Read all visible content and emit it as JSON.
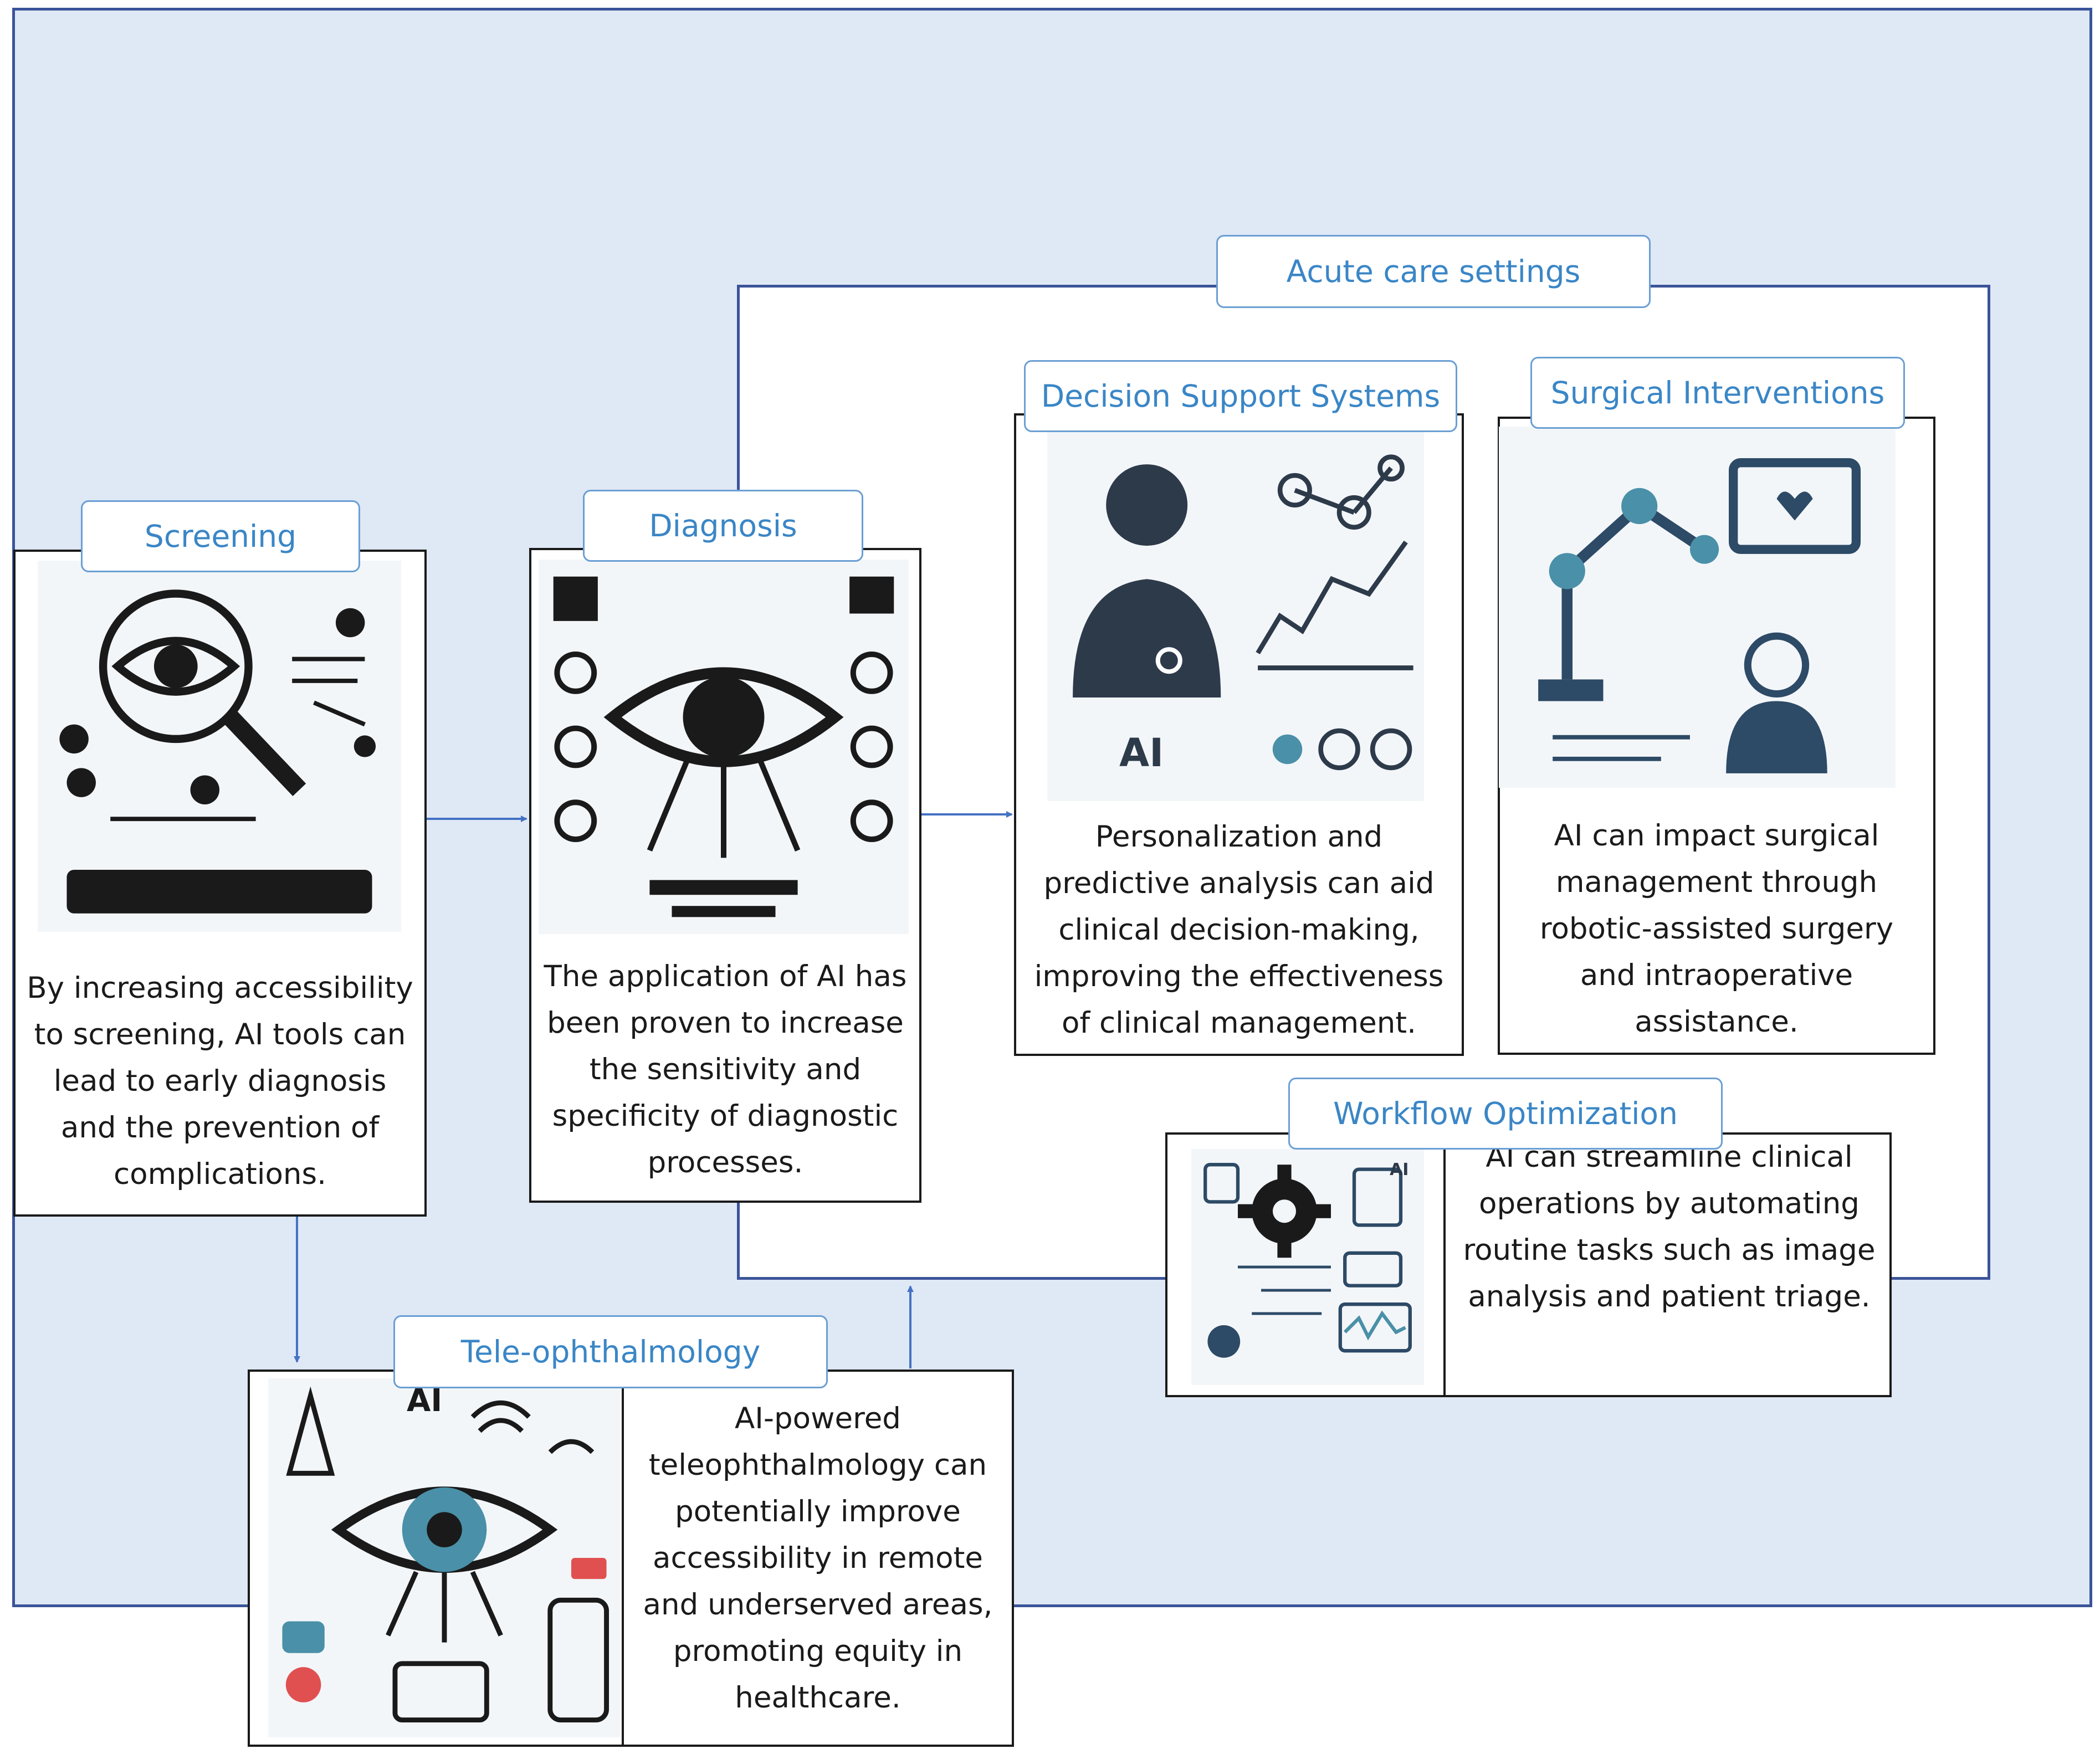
{
  "acute_care": {
    "label": "Acute care settings"
  },
  "screening": {
    "label": "Screening",
    "icon": "screening-magnifier-eye-crowd",
    "text": "By increasing accessibility to screening, AI tools can lead to early diagnosis and the prevention of complications."
  },
  "diagnosis": {
    "label": "Diagnosis",
    "icon": "diagnosis-eye-circuit-chart",
    "text": "The application of AI has been proven to increase the sensitivity and specificity of diagnostic processes."
  },
  "decision_support": {
    "label": "Decision Support Systems",
    "icon": "doctor-network",
    "icon_caption": "AI",
    "text": "Personalization and predictive analysis can aid clinical decision-making, improving the effectiveness of clinical management."
  },
  "surgical": {
    "label": "Surgical Interventions",
    "icon": "robotic-arm-monitor",
    "text": "AI can impact surgical management through robotic-assisted surgery and intraoperative assistance."
  },
  "workflow": {
    "label": "Workflow Optimization",
    "icon": "gear-ambulance-monitor",
    "icon_caption": "AI",
    "text": "AI can streamline clinical operations by automating routine tasks such as image analysis and patient triage."
  },
  "tele": {
    "label": "Tele-ophthalmology",
    "icon": "eye-wireless-phone",
    "icon_caption": "AI",
    "text": "AI-powered teleophthalmology can potentially improve accessibility in remote and underserved areas, promoting equity in healthcare."
  },
  "colors": {
    "frame": "#3a5499",
    "label_text": "#3a86c6",
    "background": "#dfe8f5",
    "icon_accent": "#4a90a8"
  }
}
